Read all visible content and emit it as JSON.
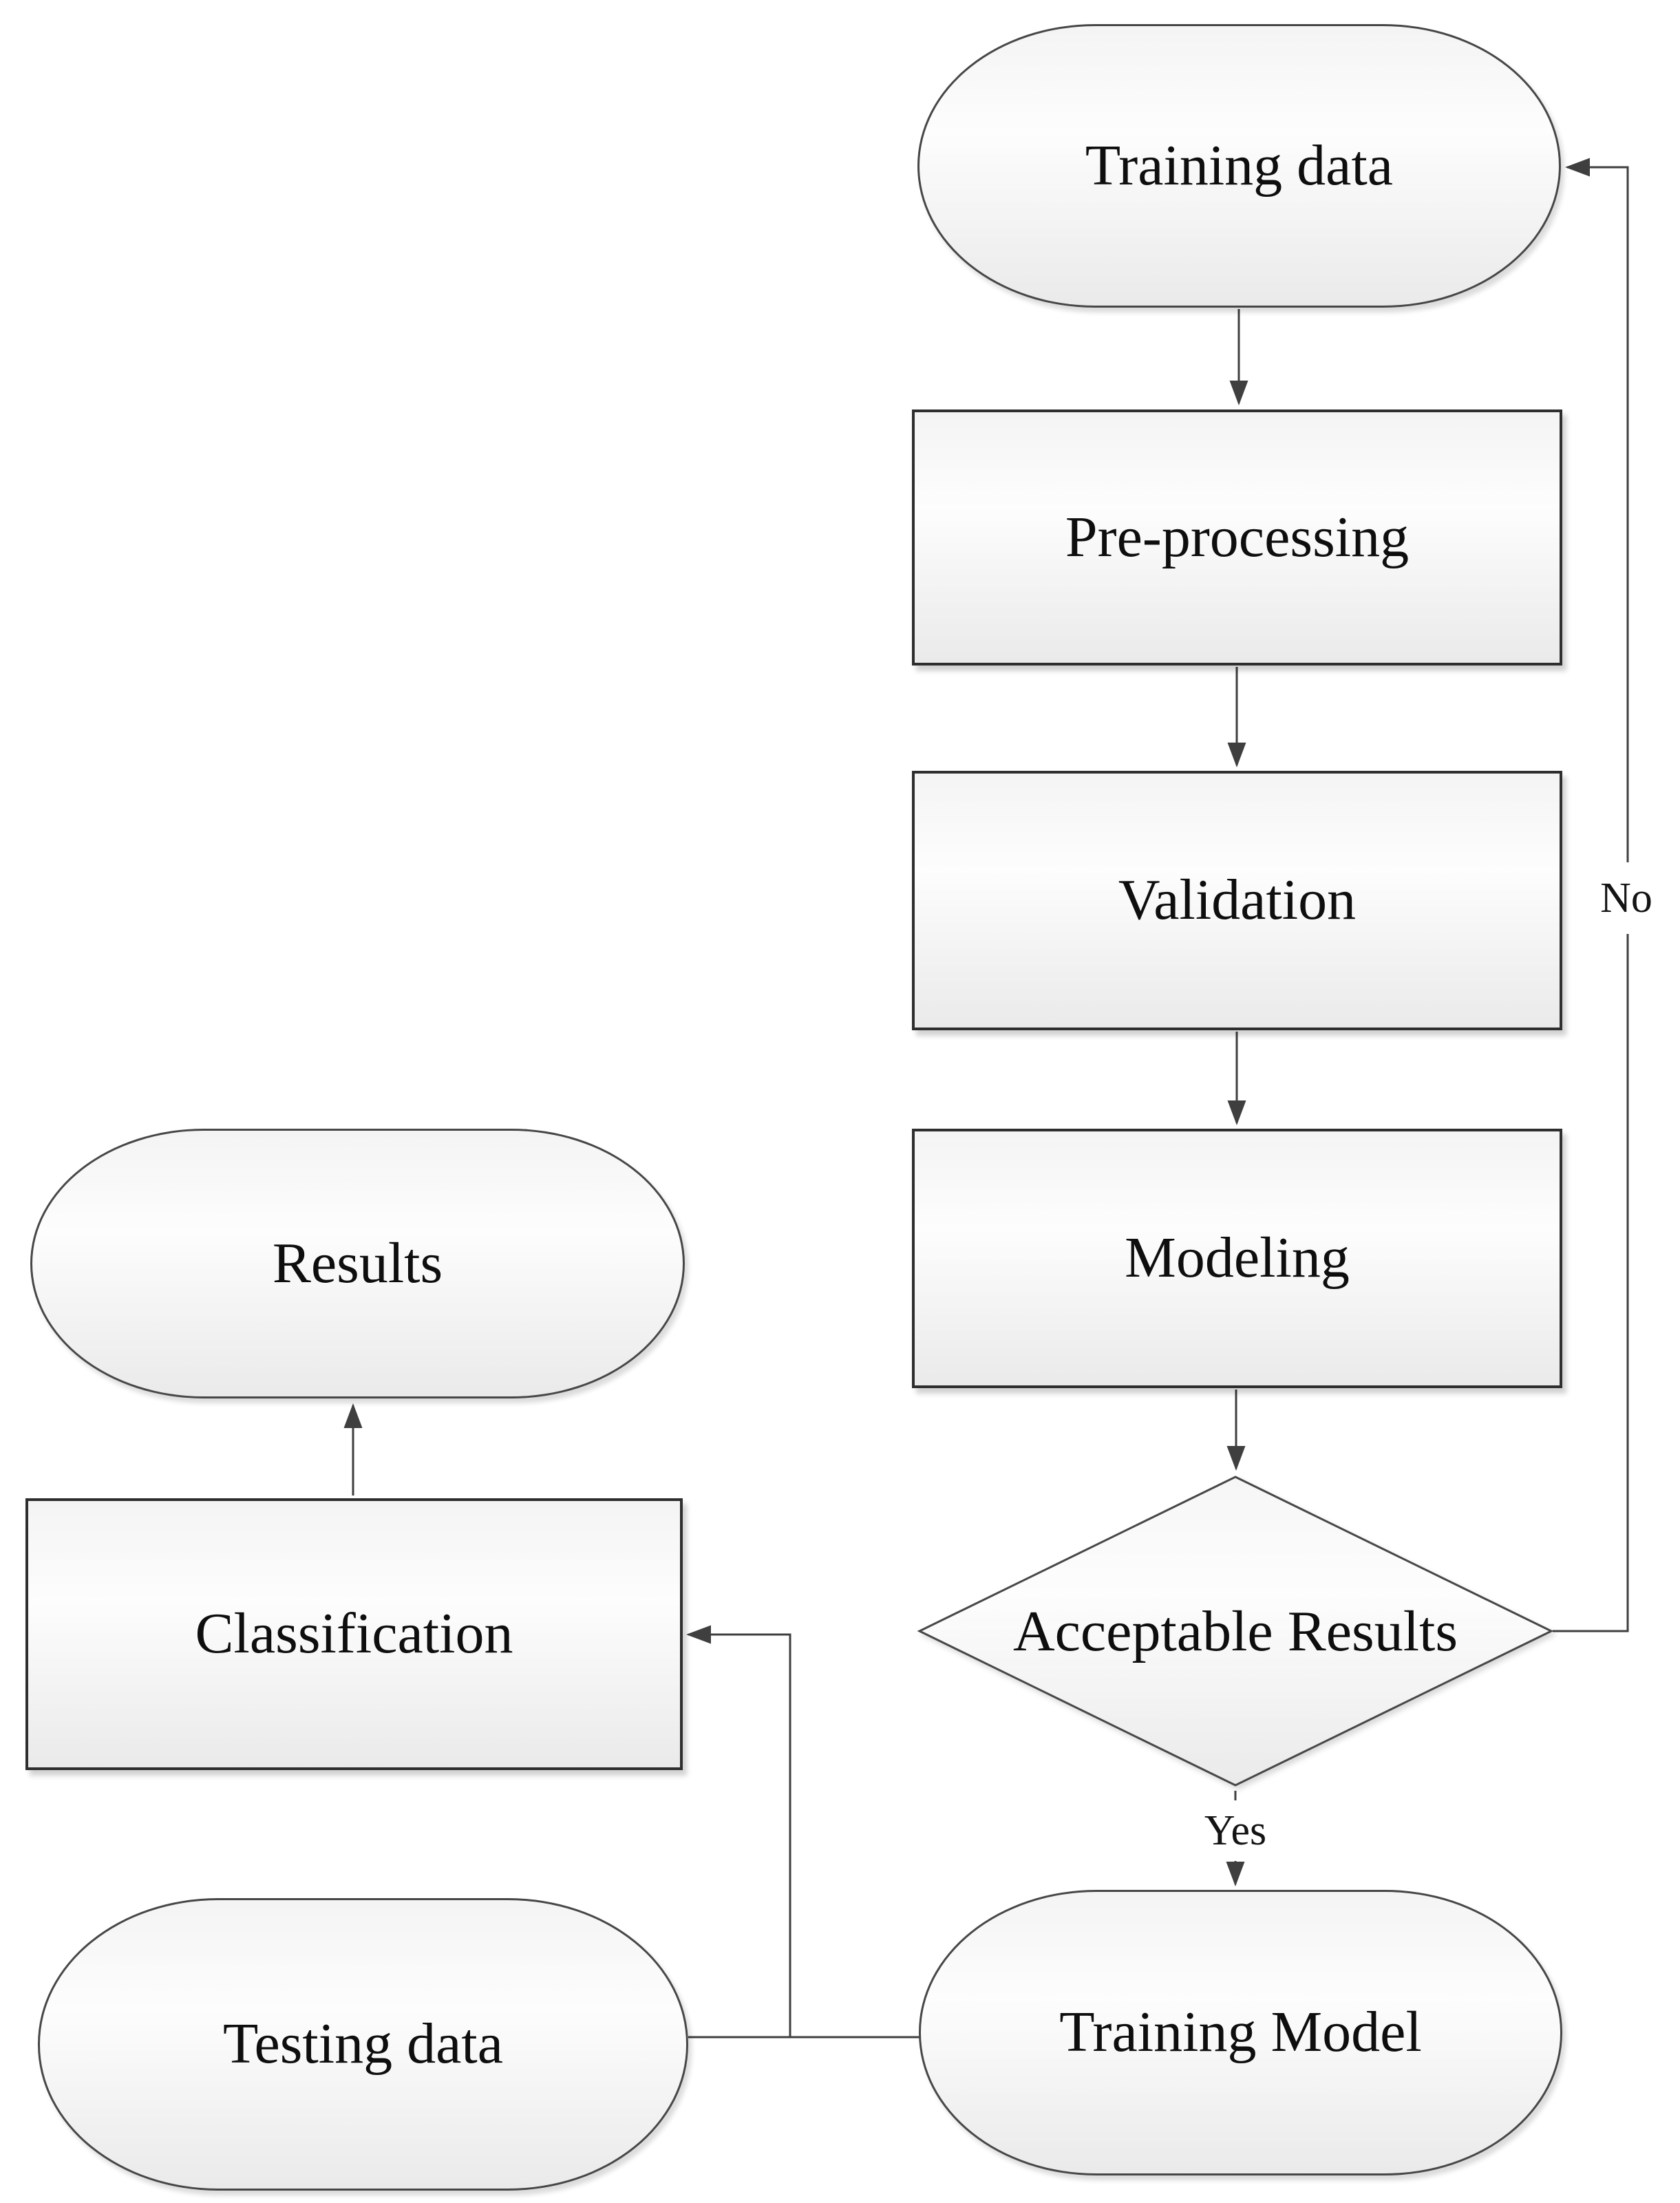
{
  "diagram": {
    "title": "",
    "nodes": [
      {
        "id": "training-data",
        "label": "Training data",
        "type": "terminator"
      },
      {
        "id": "pre-processing",
        "label": "Pre-processing",
        "type": "process"
      },
      {
        "id": "validation",
        "label": "Validation",
        "type": "process"
      },
      {
        "id": "modeling",
        "label": "Modeling",
        "type": "process"
      },
      {
        "id": "acceptable-results",
        "label": "Acceptable Results",
        "type": "decision"
      },
      {
        "id": "training-model",
        "label": "Training Model",
        "type": "terminator"
      },
      {
        "id": "testing-data",
        "label": "Testing data",
        "type": "terminator"
      },
      {
        "id": "classification",
        "label": "Classification",
        "type": "process"
      },
      {
        "id": "results",
        "label": "Results",
        "type": "terminator"
      }
    ],
    "edges": [
      {
        "from": "training-data",
        "to": "pre-processing",
        "label": ""
      },
      {
        "from": "pre-processing",
        "to": "validation",
        "label": ""
      },
      {
        "from": "validation",
        "to": "modeling",
        "label": ""
      },
      {
        "from": "modeling",
        "to": "acceptable-results",
        "label": ""
      },
      {
        "from": "acceptable-results",
        "to": "training-model",
        "label": "Yes"
      },
      {
        "from": "acceptable-results",
        "to": "training-data",
        "label": "No"
      },
      {
        "from": "classification",
        "to": "results",
        "label": ""
      },
      {
        "from": "testing-data",
        "to": "training-model",
        "label": ""
      },
      {
        "from": "testing-data",
        "to": "classification",
        "label": ""
      }
    ],
    "style": {
      "ink": "#3f3f3f",
      "process_border": "#2e2e2e",
      "terminator_border": "#474747",
      "fill_top": "#f4f4f4",
      "fill_mid": "#fdfdfd",
      "fill_bottom": "#eaeaea",
      "background": "#ffffff"
    }
  }
}
